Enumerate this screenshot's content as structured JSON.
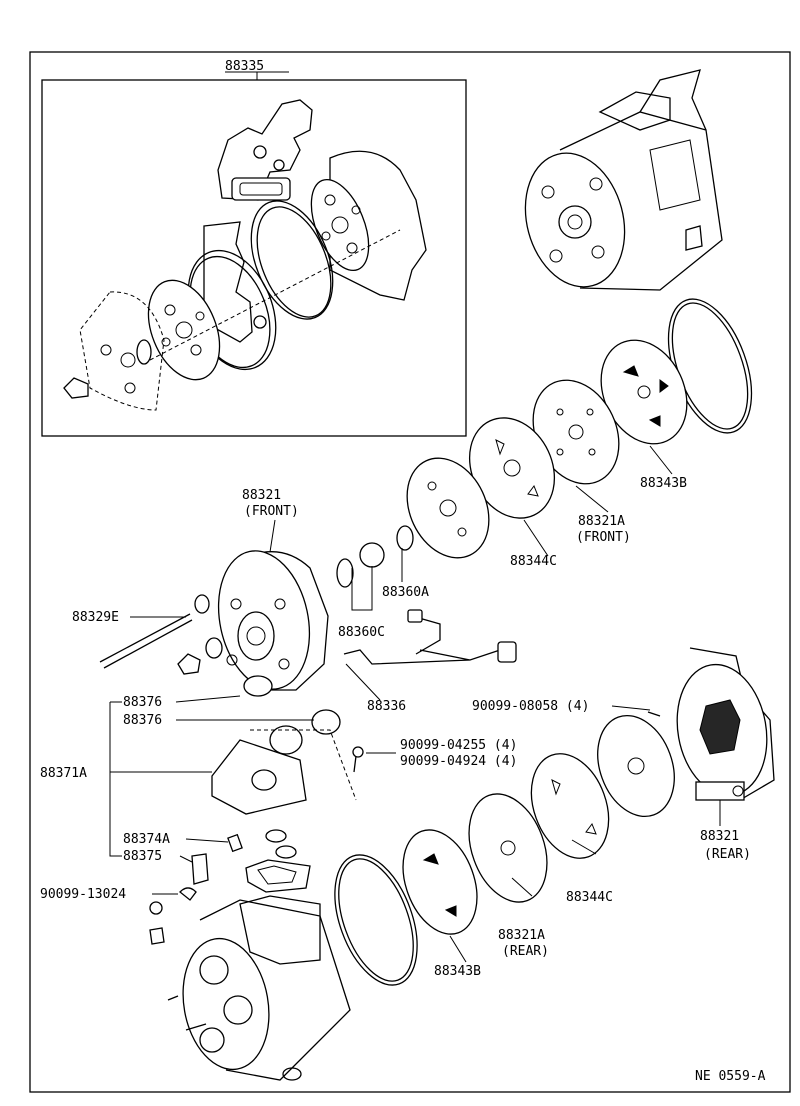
{
  "labels": {
    "kit": "88335",
    "front_housing": "88321",
    "front_housing_sub": "(FRONT)",
    "bolt": "88329E",
    "snap_ring": "88360A",
    "o_ring_set": "88360C",
    "wire_harness": "88336",
    "valve_plate_front": "88321A",
    "valve_plate_front_sub": "(FRONT)",
    "reed_valve_front": "88344C",
    "gasket_top": "88343B",
    "bracket_a": "88376",
    "bracket_b": "88376",
    "valve_assy": "88371A",
    "screw_1": "90099-04255 (4)",
    "screw_2": "90099-04924 (4)",
    "pin": "90099-08058 (4)",
    "rear_housing": "88321",
    "rear_housing_sub": "(REAR)",
    "reed_valve_rear": "88344C",
    "valve_plate_rear": "88321A",
    "valve_plate_rear_sub": "(REAR)",
    "gasket_bottom": "88343B",
    "cap": "88374A",
    "nut": "88375",
    "screw_3": "90099-13024",
    "code": "NE 0559-A"
  }
}
